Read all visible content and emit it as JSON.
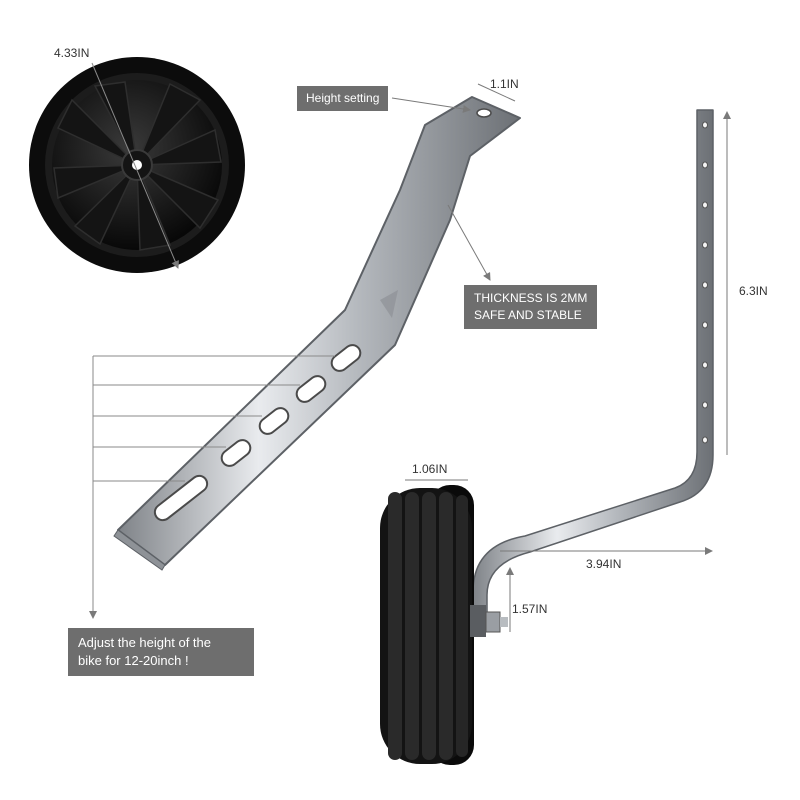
{
  "dimensions": {
    "wheel_diameter": "4.33IN",
    "bracket_width": "1.1IN",
    "bar_height": "6.3IN",
    "wheel_width": "1.06IN",
    "bar_length": "3.94IN",
    "axle_height": "1.57IN"
  },
  "callouts": {
    "height_setting": "Height setting",
    "thickness_line1": "THICKNESS IS 2MM",
    "thickness_line2": "SAFE AND STABLE",
    "adjust_line1": "Adjust the height of the",
    "adjust_line2": "bike for 12-20inch !"
  },
  "colors": {
    "label_box": "#6e6e6e",
    "label_text": "#ffffff",
    "dimension_line": "#7a7a7a",
    "steel": "#b9bcc0",
    "tire": "#111111"
  }
}
